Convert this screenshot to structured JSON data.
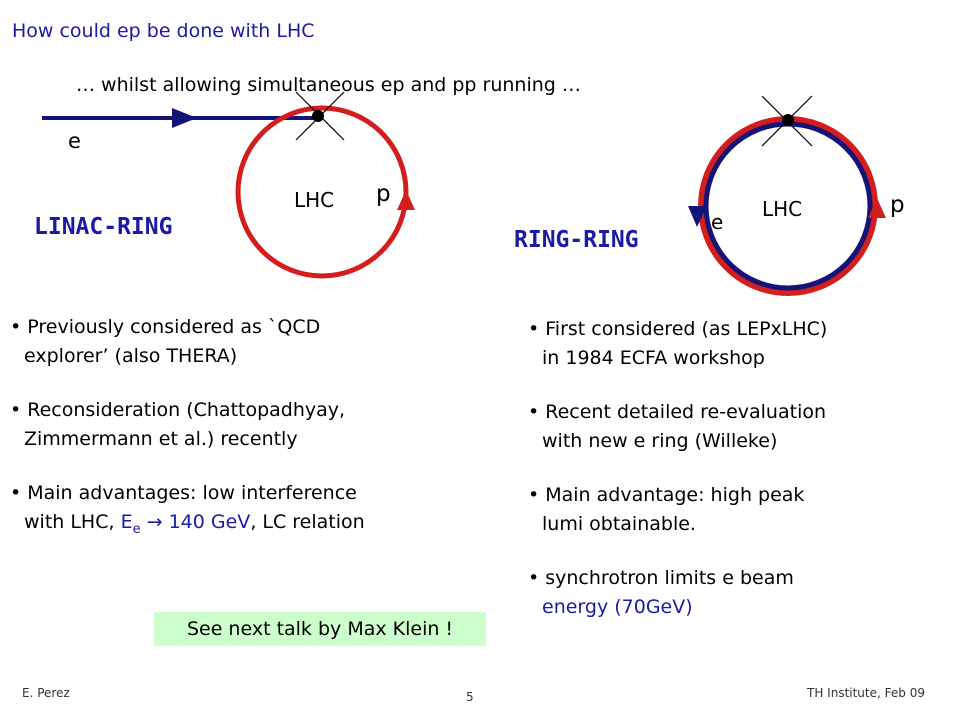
{
  "slide": {
    "title": "How could ep be done with LHC",
    "subtitle": "… whilst allowing simultaneous ep and pp running …",
    "colors": {
      "blue": "#1a1aa6",
      "ring_red": "#d41e1e",
      "ring_blue": "#141478",
      "note_bg": "#ccffcc"
    }
  },
  "linac": {
    "label": "LINAC-RING",
    "diagram": {
      "beam_e": "e",
      "ring": "LHC",
      "beam_p": "p"
    },
    "bullets": [
      {
        "line1": "• Previously considered as `QCD",
        "line2": "explorer’ (also THERA)"
      },
      {
        "line1": "• Reconsideration (Chattopadhyay,",
        "line2": "Zimmermann et al.) recently"
      },
      {
        "line1": "• Main advantages: low interference",
        "line2_pre": "with LHC, ",
        "line2_e": "E",
        "line2_sub": "e",
        "line2_arrow": " → 140 GeV",
        "line2_post": ", LC relation"
      }
    ]
  },
  "ring": {
    "label": "RING-RING",
    "diagram": {
      "beam_e": "e",
      "ring": "LHC",
      "beam_p": "p"
    },
    "bullets": [
      {
        "line1": "• First considered (as LEPxLHC)",
        "line2": "in 1984 ECFA workshop"
      },
      {
        "line1": "• Recent detailed re-evaluation",
        "line2": "with new e ring (Willeke)"
      },
      {
        "line1": "• Main advantage: high peak",
        "line2": "lumi obtainable."
      },
      {
        "line1": "• synchrotron limits e beam",
        "line2": "energy (70GeV)"
      }
    ]
  },
  "note": "See next talk by Max Klein !",
  "footer": {
    "author": "E. Perez",
    "page": "5",
    "venue": "TH Institute, Feb 09"
  }
}
